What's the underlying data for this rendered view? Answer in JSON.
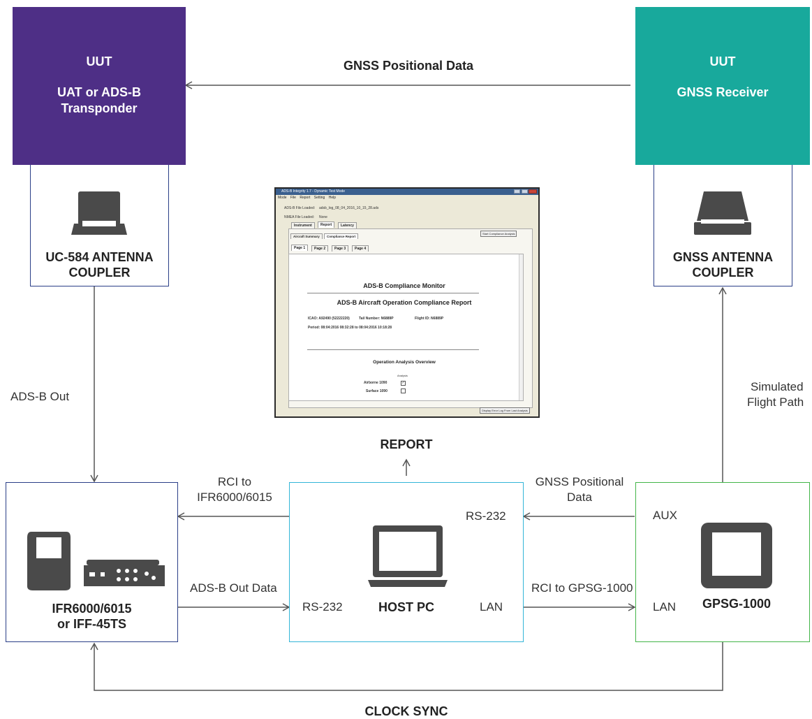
{
  "colors": {
    "purple": "#4e2f86",
    "teal": "#18a99c",
    "navy_border": "#2a3e87",
    "cyan_border": "#33b5d8",
    "green_border": "#43b548",
    "arrow": "#555555",
    "icon": "#4a4a4a"
  },
  "uut_left": {
    "line1": "UUT",
    "line2": "UAT or ADS-B",
    "line3": "Transponder"
  },
  "uut_right": {
    "line1": "UUT",
    "line2": "GNSS Receiver"
  },
  "coupler_left": {
    "line1": "UC-584 ANTENNA",
    "line2": "COUPLER",
    "icon": "antenna-coupler-icon"
  },
  "coupler_right": {
    "line1": "GNSS ANTENNA",
    "line2": "COUPLER",
    "icon": "antenna-coupler-icon"
  },
  "ifr": {
    "line1": "IFR6000/6015",
    "line2": "or IFF-45TS",
    "icon": "test-set-icon"
  },
  "host": {
    "name": "HOST PC",
    "port_left": "RS-232",
    "port_top_right": "RS-232",
    "port_bottom_right": "LAN",
    "icon": "laptop-icon"
  },
  "gpsg": {
    "name": "GPSG-1000",
    "port_aux": "AUX",
    "port_lan": "LAN",
    "icon": "gps-simulator-icon"
  },
  "labels": {
    "gnss_positional_data_top": "GNSS Positional Data",
    "adsb_out": "ADS-B Out",
    "simulated_line1": "Simulated",
    "simulated_line2": "Flight Path",
    "report": "REPORT",
    "rci_to_line1": "RCI to",
    "rci_to_line2": "IFR6000/6015",
    "gnss_pos_line1": "GNSS Positional",
    "gnss_pos_line2": "Data",
    "adsb_out_data": "ADS-B Out Data",
    "rci_to_gpsg": "RCI to GPSG-1000",
    "clock_sync": "CLOCK SYNC"
  },
  "screenshot": {
    "title": "ADS-B Integrity 1.7 - Dynamic Test Mode",
    "menu": [
      "Mode",
      "File",
      "Report",
      "Setting",
      "Help"
    ],
    "adsb_file_label": "ADS-B File Loaded:",
    "adsb_file_value": "adsb_log_08_04_2016_10_15_28.ads",
    "nmea_file_label": "NMEA File Loaded:",
    "nmea_file_value": "None",
    "tabs": [
      "Instrument",
      "Report",
      "Latency"
    ],
    "subtabs": [
      "Aircraft Summary",
      "Compliance Report"
    ],
    "start_button": "Start Compliance Analysis",
    "pages": [
      "Page 1",
      "Page 2",
      "Page 3",
      "Page 4"
    ],
    "monitor_title": "ADS-B Compliance Monitor",
    "report_title": "ADS-B Aircraft Operation Compliance Report",
    "icao": "ICAO:  A92490 (52222220)",
    "tail": "Tail Number:  N6889P",
    "flight": "Flight ID:  N6889P",
    "period": "Period:  08:04:2016 08:32:28 to 08:04:2016 10:18:28",
    "overview": "Operation Analysis Overview",
    "analysis": "Analysis",
    "airborne": "Airborne 1090",
    "surface": "Surface 1090",
    "error_button": "Display Error Log From Last Analysis"
  }
}
